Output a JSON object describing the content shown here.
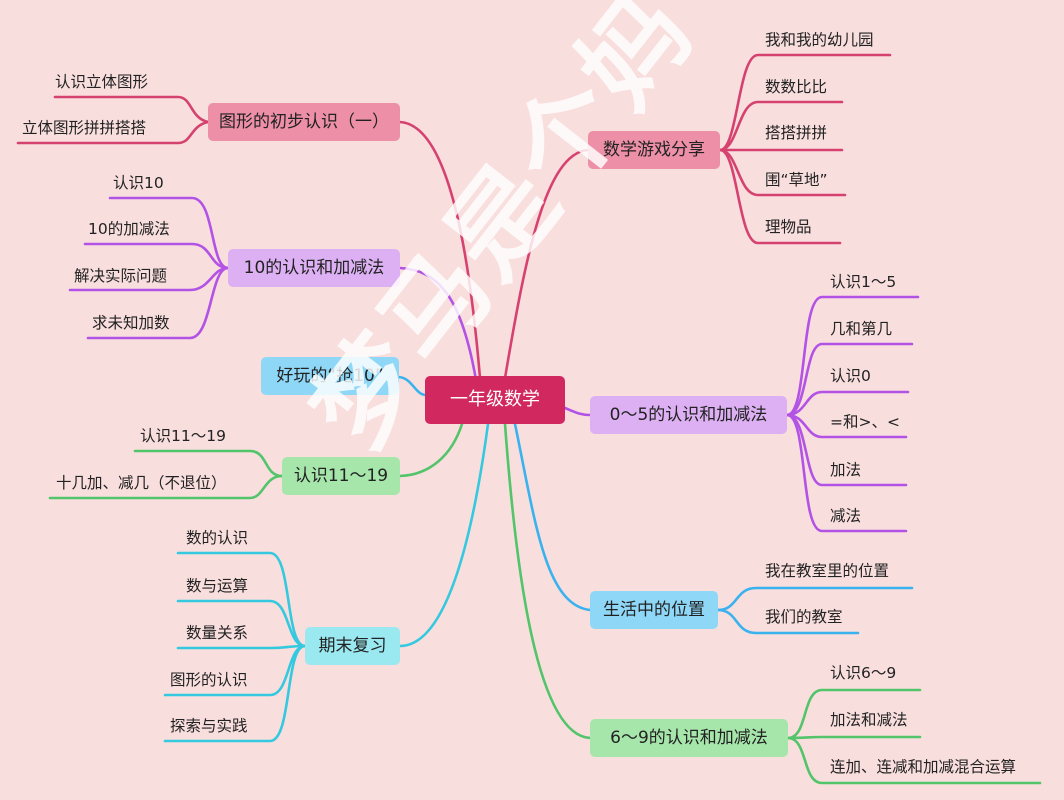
{
  "root": {
    "label": "一年级数学"
  },
  "watermark": "梦马是个妈",
  "colors": {
    "background": "#f9dede",
    "root": "#d1295f",
    "crimson_branch": "#d6426f",
    "crimson_box": "#ec8fa7",
    "purple_branch": "#b353e6",
    "purple_box": "#dcb0f2",
    "blue_branch": "#39b2ee",
    "blue_box": "#8fd7f7",
    "green_branch": "#52c46a",
    "green_box": "#a6e6ab",
    "cyan_branch": "#34c9de",
    "cyan_box": "#9ae8f0"
  },
  "left": {
    "shapes": {
      "label": "图形的初步认识（一）",
      "items": [
        "认识立体图形",
        "立体图形拼拼搭搭"
      ]
    },
    "ten": {
      "label": "10的认识和加减法",
      "items": [
        "认识10",
        "10的加减法",
        "解决实际问题",
        "求未知加数"
      ]
    },
    "game10": {
      "label": "好玩的“抢10”"
    },
    "eleven": {
      "label": "认识11～19",
      "items": [
        "认识11～19",
        "十几加、减几（不退位）"
      ]
    },
    "review": {
      "label": "期末复习",
      "items": [
        "数的认识",
        "数与运算",
        "数量关系",
        "图形的认识",
        "探索与实践"
      ]
    }
  },
  "right": {
    "games": {
      "label": "数学游戏分享",
      "items": [
        "我和我的幼儿园",
        "数数比比",
        "搭搭拼拼",
        "围“草地”",
        "理物品"
      ]
    },
    "zero5": {
      "label": "0～5的认识和加减法",
      "items": [
        "认识1～5",
        "几和第几",
        "认识0",
        "=和>、<",
        "加法",
        "减法"
      ]
    },
    "position": {
      "label": "生活中的位置",
      "items": [
        "我在教室里的位置",
        "我们的教室"
      ]
    },
    "six9": {
      "label": "6～9的认识和加减法",
      "items": [
        "认识6～9",
        "加法和减法",
        "连加、连减和加减混合运算"
      ]
    }
  }
}
